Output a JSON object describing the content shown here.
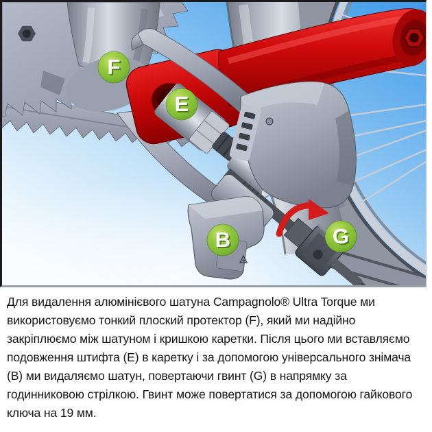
{
  "figure": {
    "badges": [
      {
        "letter": "F"
      },
      {
        "letter": "E"
      },
      {
        "letter": "B"
      },
      {
        "letter": "G"
      }
    ],
    "colors": {
      "badge_green": "#8DC63F",
      "crank_red": "#CE0A0A",
      "arrow_red": "#D31B1B",
      "sky_blue": "#3F9BE8",
      "metal_gray": "#A9AEBF"
    }
  },
  "caption": {
    "text": "Для видалення алюмінієвого шатуна Campagnolo® Ultra Torque ми використовуємо тонкий плоский протектор (F), який ми надійно закріплюємо між шатуном і кришкою каретки. Після цього ми вставляємо подовження штифта (E) в каретку і за допомогою універсального знімача (B) ми видаляємо шатун, повертаючи гвинт (G) в напрямку за годинниковою стрілкою. Гвинт може повертатися за допомогою гайкового ключа на 19 мм."
  }
}
